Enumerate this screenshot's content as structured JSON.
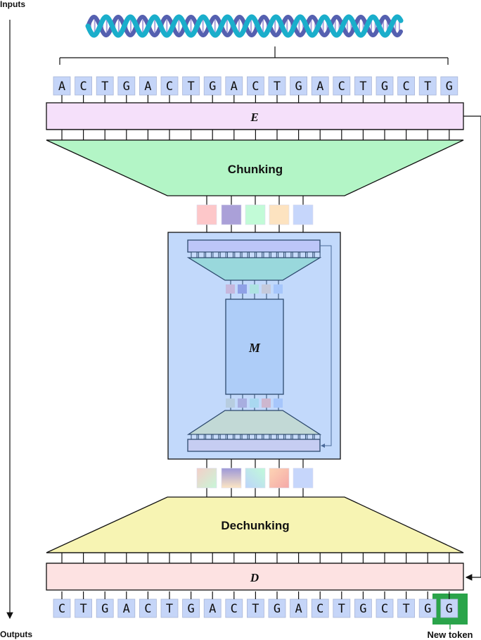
{
  "diagram": {
    "title_inputs": "Inputs",
    "title_outputs": "Outputs",
    "input_tokens": [
      "A",
      "C",
      "T",
      "G",
      "A",
      "C",
      "T",
      "G",
      "A",
      "C",
      "T",
      "G",
      "A",
      "C",
      "T",
      "G",
      "C",
      "T",
      "G"
    ],
    "output_tokens": [
      "C",
      "T",
      "G",
      "A",
      "C",
      "T",
      "G",
      "A",
      "C",
      "T",
      "G",
      "A",
      "C",
      "T",
      "G",
      "C",
      "T",
      "G",
      "G"
    ],
    "encoder_label": "E",
    "chunking_label": "Chunking",
    "main_label": "M",
    "dechunking_label": "Dechunking",
    "decoder_label": "D",
    "new_token_label": "New token",
    "colors": {
      "token_fill": "#c5d5f8",
      "encoder_fill": "#f5e0fa",
      "chunking_fill": "#b3f5c6",
      "main_outer_fill": "#c2d9fb",
      "main_inner_fill": "#aecdf8",
      "dechunking_fill": "#f7f4b3",
      "decoder_fill": "#fde2e2",
      "new_token_highlight": "#2aa44a",
      "dna_strand_a": "#1aaecb",
      "dna_strand_b": "#5560b0"
    },
    "chunk_colors_top": [
      "#fdc7c9",
      "#aaa0d8",
      "#c2fbd7",
      "#fde3c0",
      "#c6d6fb"
    ],
    "chunk_colors_bottom": [
      [
        "#f4cfc8",
        "#c8f6d8"
      ],
      [
        "#9d98d8",
        "#fde6c4"
      ],
      [
        "#bcd4fb",
        "#c1fad9"
      ],
      [
        "#fdd4b4",
        "#f5a8a8"
      ],
      [
        "#c6d6fb",
        "#c6d6fb"
      ]
    ],
    "inner_chunk_colors_top": [
      "#c6b7dc",
      "#8fa0e6",
      "#aee3e2",
      "#c5cadb",
      "#a6c6fb"
    ],
    "inner_chunk_colors_bottom": [
      "#b7cde0",
      "#a8aee0",
      "#a9d8f0",
      "#cdb7cf",
      "#a6c6fb"
    ]
  }
}
